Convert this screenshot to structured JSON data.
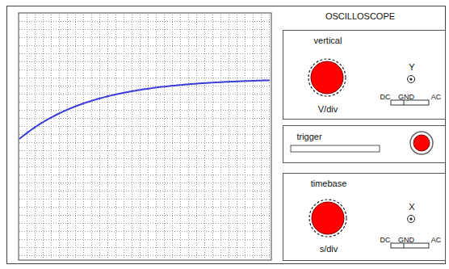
{
  "diagram": {
    "nodes": [
      {
        "text": [
          "OSCILLOSCOPE"
        ]
      },
      {
        "text": [
          "vertical",
          "V/div",
          "Y",
          "DC",
          "GND",
          "AC"
        ],
        "in": 0
      },
      {
        "text": [
          "trigger"
        ],
        "in": 0
      },
      {
        "text": [
          "timebase",
          "s/div",
          "X",
          "DC",
          "GND",
          "AC"
        ],
        "in": 0
      }
    ]
  }
}
